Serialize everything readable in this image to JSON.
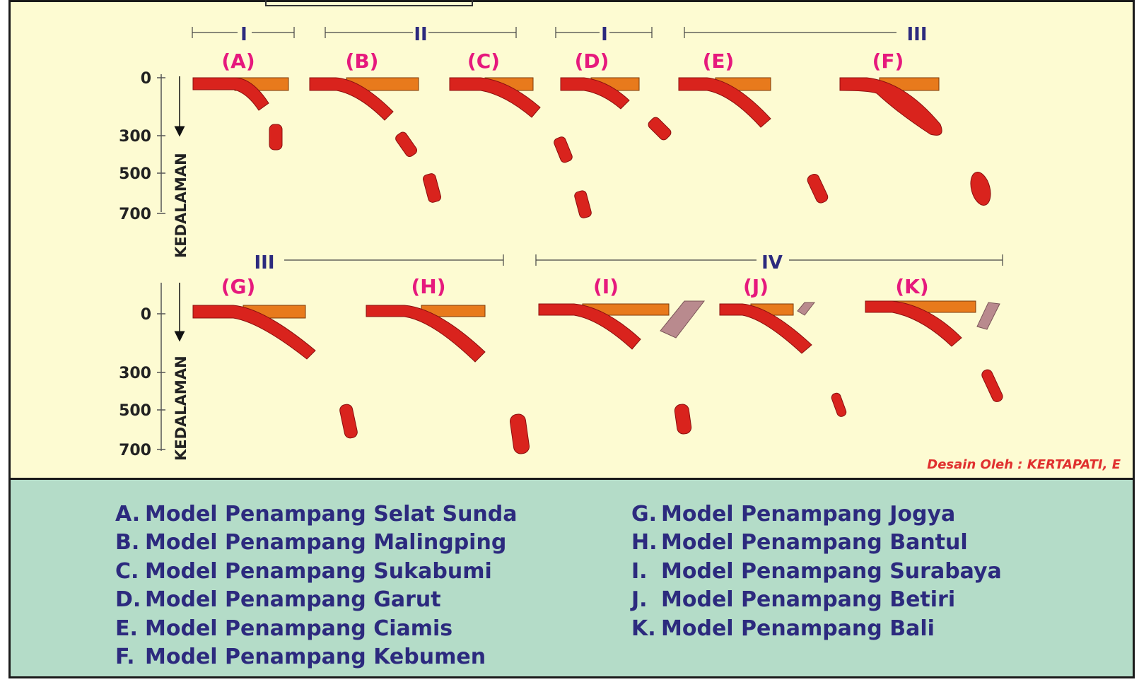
{
  "designer_credit": "Desain Oleh : KERTAPATI, E",
  "depth_axis": {
    "label": "KEDALAMAN",
    "ticks": [
      "0",
      "300",
      "500",
      "700"
    ]
  },
  "rows": [
    {
      "groups": [
        {
          "label": "I"
        },
        {
          "label": "II"
        },
        {
          "label": "I"
        },
        {
          "label": "III"
        }
      ],
      "models": [
        {
          "letter": "(A)"
        },
        {
          "letter": "(B)"
        },
        {
          "letter": "(C)"
        },
        {
          "letter": "(D)"
        },
        {
          "letter": "(E)"
        },
        {
          "letter": "(F)"
        }
      ]
    },
    {
      "groups": [
        {
          "label": "III"
        },
        {
          "label": "IV"
        }
      ],
      "models": [
        {
          "letter": "(G)"
        },
        {
          "letter": "(H)"
        },
        {
          "letter": "(I)"
        },
        {
          "letter": "(J)"
        },
        {
          "letter": "(K)"
        }
      ]
    }
  ],
  "legend": {
    "left": [
      {
        "letter": "A.",
        "text": "Model Penampang Selat Sunda"
      },
      {
        "letter": "B.",
        "text": "Model Penampang Malingping"
      },
      {
        "letter": "C.",
        "text": "Model Penampang Sukabumi"
      },
      {
        "letter": "D.",
        "text": "Model Penampang Garut"
      },
      {
        "letter": "E.",
        "text": "Model Penampang Ciamis"
      },
      {
        "letter": "F.",
        "text": "Model Penampang Kebumen"
      }
    ],
    "right": [
      {
        "letter": "G.",
        "text": "Model Penampang Jogya"
      },
      {
        "letter": "H.",
        "text": "Model Penampang Bantul"
      },
      {
        "letter": "I.",
        "text": "Model Penampang Surabaya"
      },
      {
        "letter": "J.",
        "text": "Model Penampang Betiri"
      },
      {
        "letter": "K.",
        "text": "Model Penampang Bali"
      }
    ]
  },
  "colors": {
    "background": "#fdfbd2",
    "slab": "#d9231d",
    "crust": "#e87a1c",
    "fault": "#b98a8e",
    "model_letter": "#e6197d",
    "group_label": "#2c2a7e",
    "legend_panel": "#b4dcc8"
  }
}
